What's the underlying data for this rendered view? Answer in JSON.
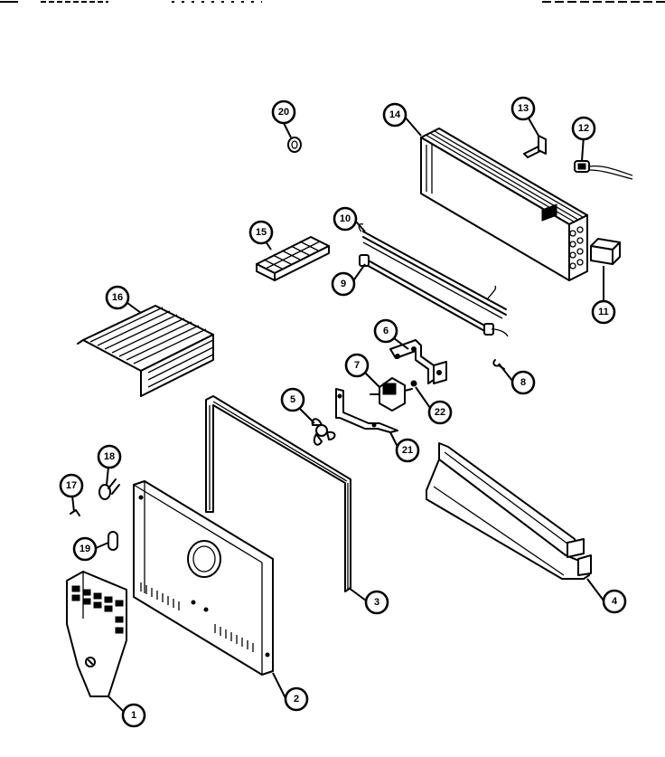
{
  "header": {
    "left_fragment": "",
    "right_fragment": ""
  },
  "callouts": [
    {
      "label": "1"
    },
    {
      "label": "2"
    },
    {
      "label": "3"
    },
    {
      "label": "4"
    },
    {
      "label": "5"
    },
    {
      "label": "6"
    },
    {
      "label": "7"
    },
    {
      "label": "8"
    },
    {
      "label": "9"
    },
    {
      "label": "10"
    },
    {
      "label": "11"
    },
    {
      "label": "12"
    },
    {
      "label": "13"
    },
    {
      "label": "14"
    },
    {
      "label": "15"
    },
    {
      "label": "16"
    },
    {
      "label": "17"
    },
    {
      "label": "18"
    },
    {
      "label": "19"
    },
    {
      "label": "20"
    },
    {
      "label": "21"
    },
    {
      "label": "22"
    }
  ]
}
